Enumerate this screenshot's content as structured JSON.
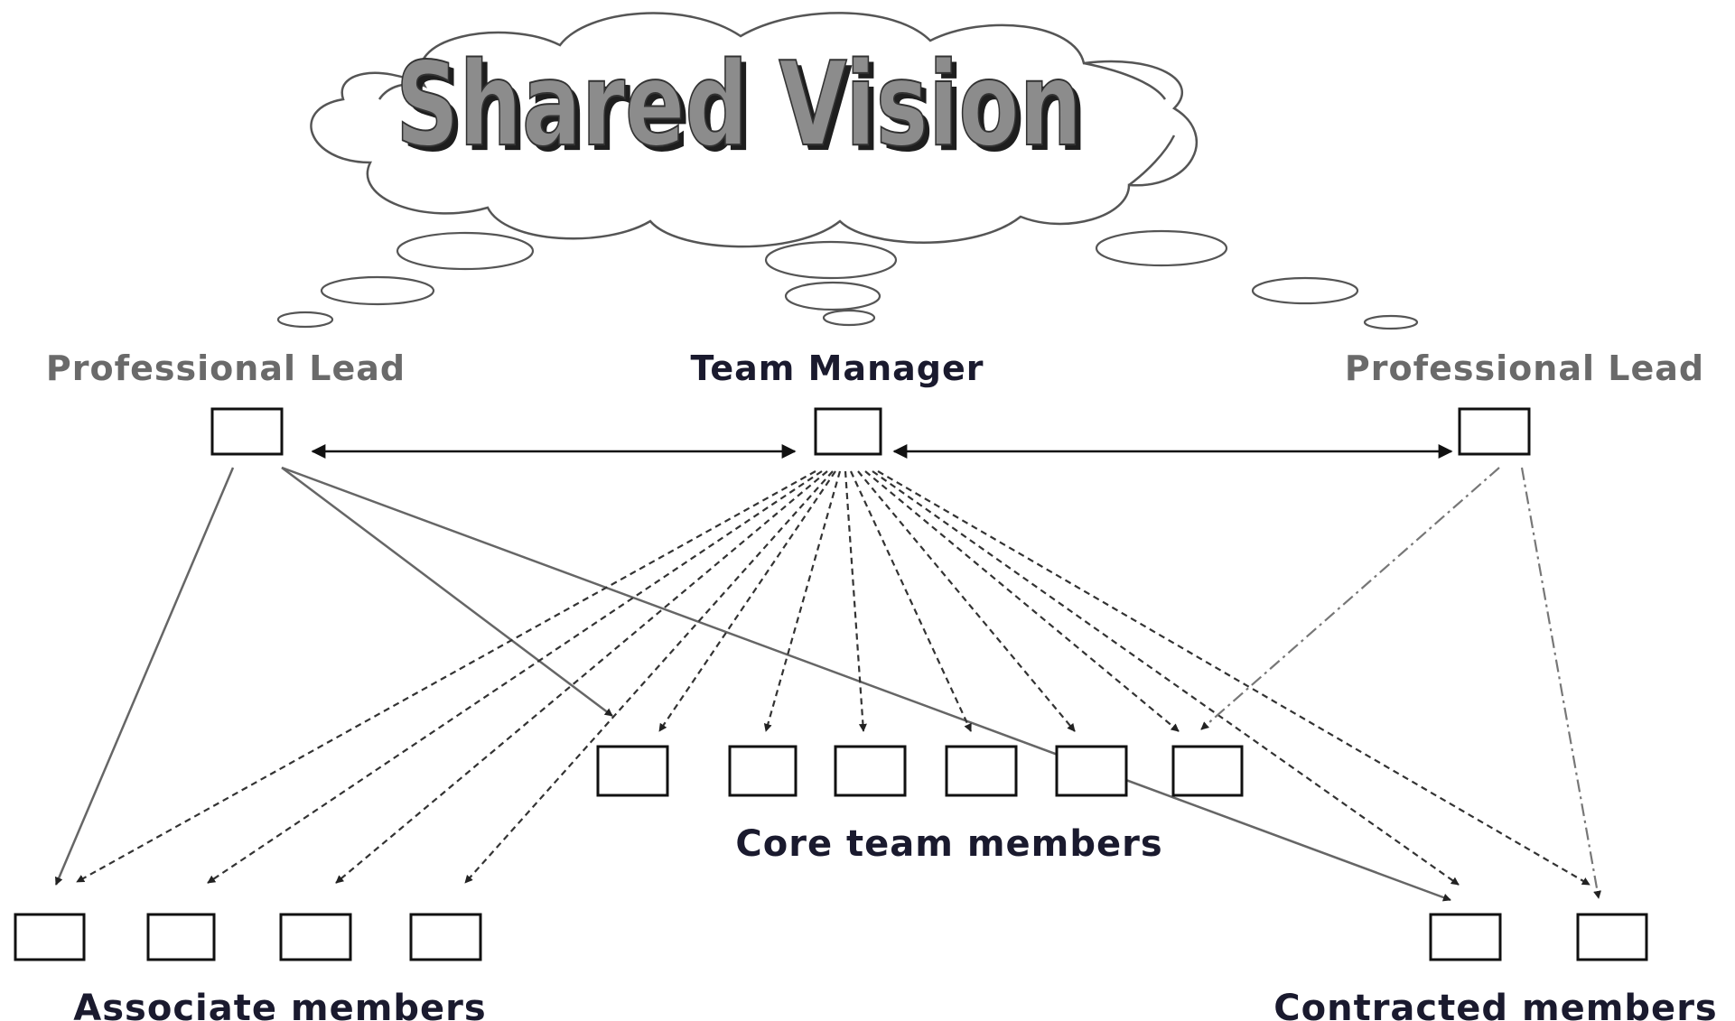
{
  "title": "Shared Vision",
  "roles": {
    "lead_left": "Professional Lead",
    "manager": "Team Manager",
    "lead_right": "Professional Lead"
  },
  "groups": {
    "core": "Core team members",
    "associate": "Associate members",
    "contracted": "Contracted members"
  }
}
